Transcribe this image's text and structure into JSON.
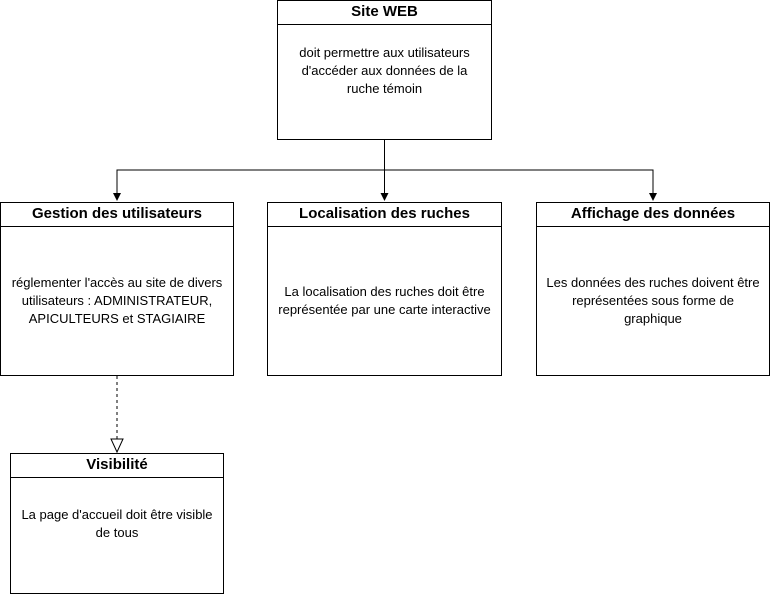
{
  "boxes": {
    "site": {
      "title": "Site WEB",
      "body": "doit permettre aux utilisateurs d'accéder aux données de la ruche témoin"
    },
    "gestion": {
      "title": "Gestion des utilisateurs",
      "body": "réglementer l'accès au site de divers utilisateurs : ADMINISTRATEUR, APICULTEURS et STAGIAIRE"
    },
    "localisation": {
      "title": "Localisation des ruches",
      "body": "La localisation des ruches doit être représentée par une carte interactive"
    },
    "affichage": {
      "title": "Affichage des données",
      "body": "Les données des ruches doivent être représentées sous forme de graphique"
    },
    "visibilite": {
      "title": "Visibilité",
      "body": "La page d'accueil doit être visible de tous"
    }
  },
  "edges": [
    {
      "from": "site",
      "to": "gestion",
      "style": "solid",
      "arrow": "filled"
    },
    {
      "from": "site",
      "to": "localisation",
      "style": "solid",
      "arrow": "filled"
    },
    {
      "from": "site",
      "to": "affichage",
      "style": "solid",
      "arrow": "filled"
    },
    {
      "from": "gestion",
      "to": "visibilite",
      "style": "dashed",
      "arrow": "hollow-triangle"
    }
  ]
}
